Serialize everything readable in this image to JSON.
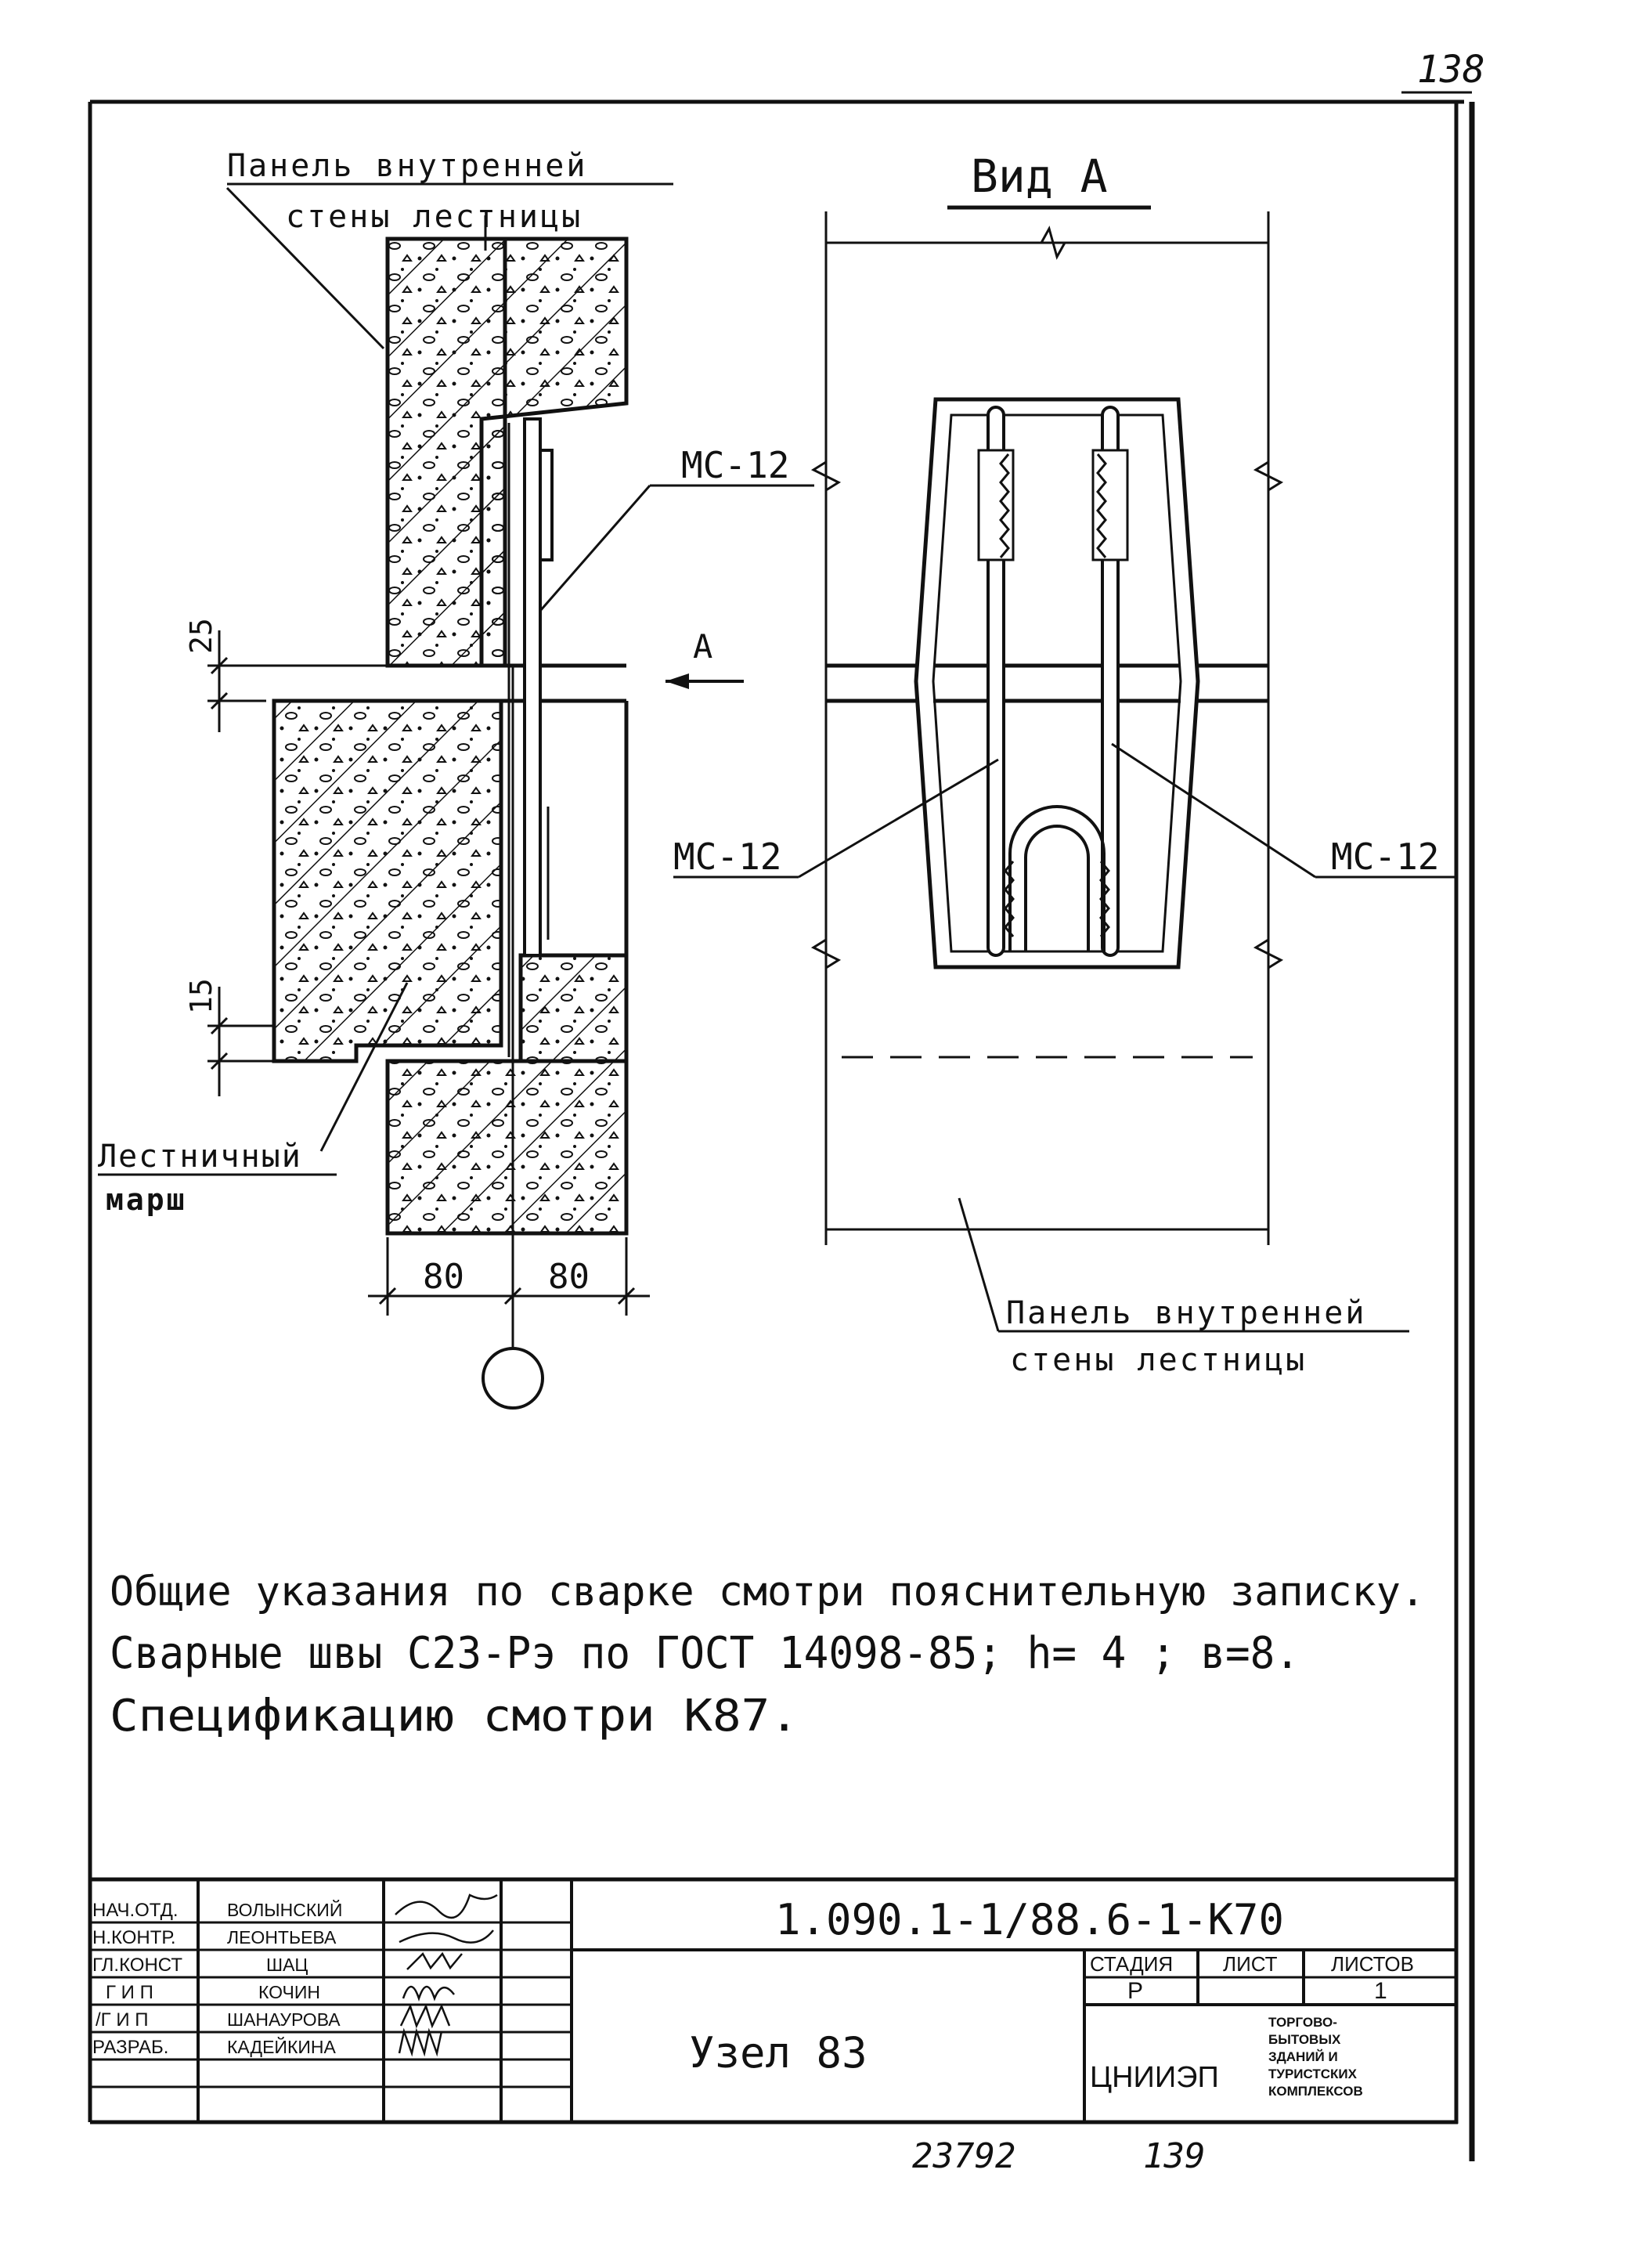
{
  "page_number": "138",
  "drawing": {
    "label_panel_left_line1": "Панель внутренней",
    "label_panel_left_line2": "стены лестницы",
    "label_view": "Вид А",
    "label_ms12_top": "МС-12",
    "label_ms12_left": "МС-12",
    "label_ms12_right": "МС-12",
    "label_arrow_a": "А",
    "dim_25": "25",
    "dim_15": "15",
    "dim_80_left": "80",
    "dim_80_right": "80",
    "label_flight_line1": "Лестничный",
    "label_flight_line2": "марш",
    "label_panel_right_line1": "Панель внутренней",
    "label_panel_right_line2": "стены лестницы"
  },
  "notes": [
    "Общие указания по сварке смотри пояснительную записку.",
    "Сварные швы С23-Рэ по ГОСТ 14098-85; h= 4 ; в=8.",
    "Спецификацию смотри К87."
  ],
  "title_block": {
    "roles": [
      "НАЧ.ОТД.",
      "Н.КОНТР.",
      "ГЛ.КОНСТ",
      "Г И П",
      "/Г И П",
      "РАЗРАБ."
    ],
    "names": [
      "ВОЛЫНСКИЙ",
      "ЛЕОНТЬЕВА",
      "ШАЦ",
      "КОЧИН",
      "ШАНАУРОВА",
      "КАДЕЙКИНА"
    ],
    "doc_code": "1.090.1-1/88.6-1-К70",
    "title": "Узел 83",
    "stage_header": "СТАДИЯ",
    "sheet_header": "ЛИСТ",
    "sheets_header": "ЛИСТОВ",
    "stage": "Р",
    "sheets": "1",
    "org": "ЦНИИЭП",
    "org_desc": [
      "ТОРГОВО-",
      "БЫТОВЫХ",
      "ЗДАНИЙ И",
      "ТУРИСТСКИХ",
      "КОМПЛЕКСОВ"
    ]
  },
  "footer": {
    "archive_number": "23792",
    "page_ref": "139"
  }
}
